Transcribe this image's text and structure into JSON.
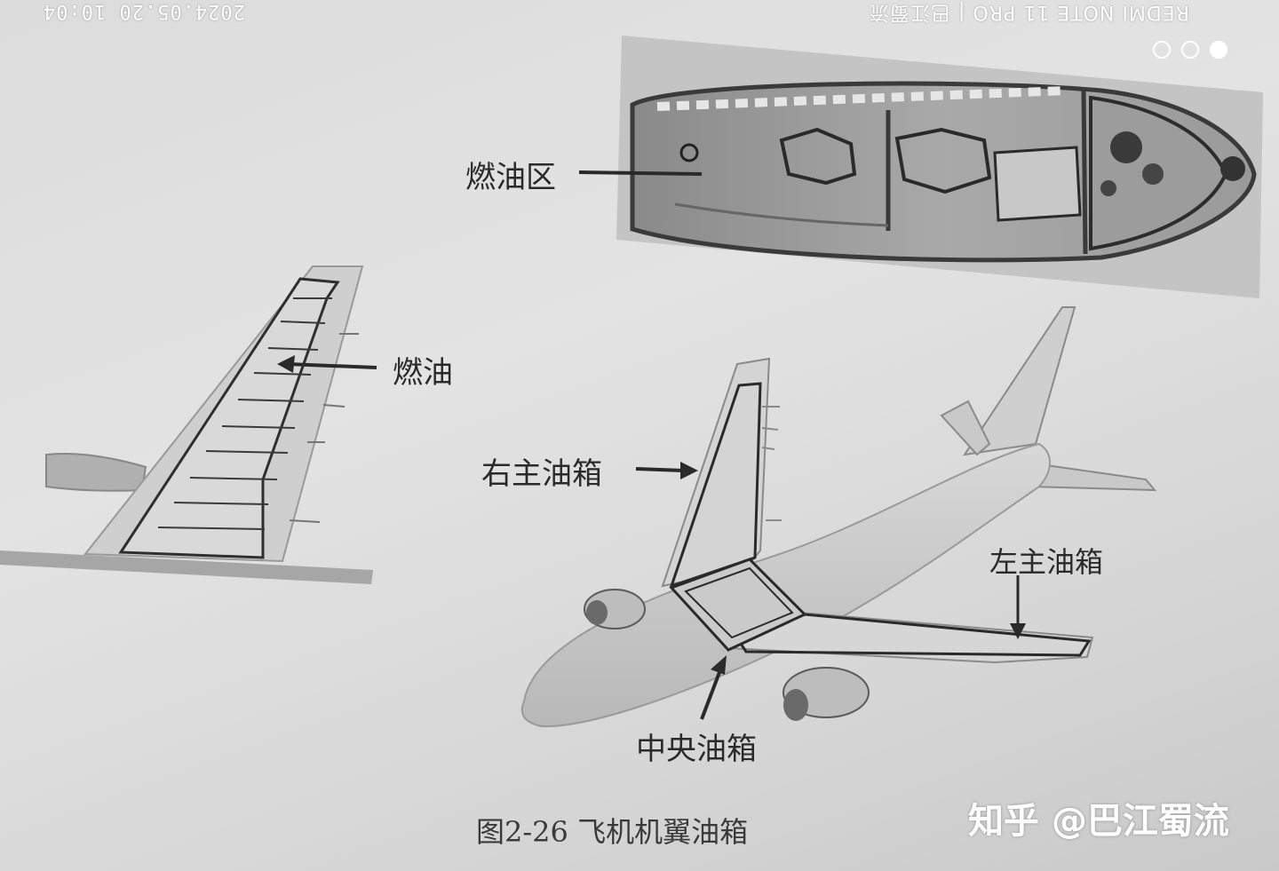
{
  "photo_stamp": {
    "date_time": "2024.05.20  10:04",
    "device": "REDMI NOTE 11 PRO | 巴江蜀流"
  },
  "labels": {
    "fuel_area": "燃油区",
    "fuel": "燃油",
    "right_main_tank": "右主油箱",
    "left_main_tank": "左主油箱",
    "center_tank": "中央油箱"
  },
  "caption": "图2-26  飞机机翼油箱",
  "watermark": "知乎 @巴江蜀流",
  "colors": {
    "paper": "#dcdcdc",
    "ink": "#2a2a2a",
    "overlay": "#ffffff"
  }
}
